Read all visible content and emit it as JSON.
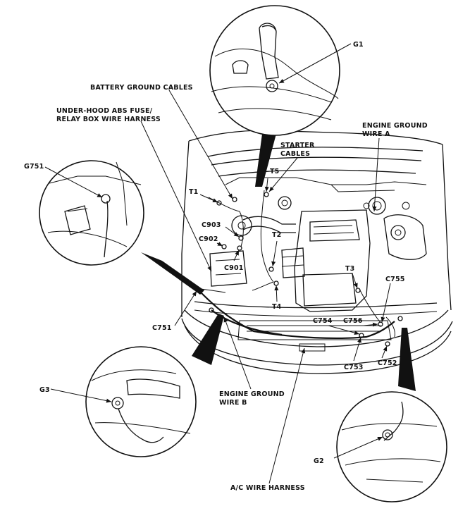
{
  "labels": {
    "g1": "G1",
    "battery_ground_cables": "BATTERY GROUND CABLES",
    "underhood_line1": "UNDER-HOOD ABS FUSE/",
    "underhood_line2": "RELAY BOX WIRE HARNESS",
    "engine_ground_a_line1": "ENGINE GROUND",
    "engine_ground_a_line2": "WIRE A",
    "starter_line1": "STARTER",
    "starter_line2": "CABLES",
    "g751": "G751",
    "t5": "T5",
    "t1": "T1",
    "c903": "C903",
    "t2": "T2",
    "c902": "C902",
    "c901": "C901",
    "t3": "T3",
    "c755": "C755",
    "t4": "T4",
    "c751": "C751",
    "c754": "C754",
    "c756": "C756",
    "c753": "C753",
    "c752": "C752",
    "g3": "G3",
    "engine_ground_b_line1": "ENGINE GROUND",
    "engine_ground_b_line2": "WIRE B",
    "g2": "G2",
    "ac_wire_harness": "A/C WIRE HARNESS"
  }
}
